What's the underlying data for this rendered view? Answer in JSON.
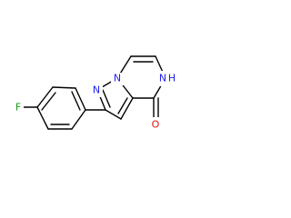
{
  "molecule": {
    "atoms": {
      "fluorine": {
        "symbol": "F",
        "color": "#1a9a1a"
      },
      "n_bridge": {
        "symbol": "N",
        "color": "#2020ee"
      },
      "n_pyrazole": {
        "symbol": "N",
        "color": "#2020ee"
      },
      "nh": {
        "symbol": "N",
        "hydrogen": "H",
        "color": "#2020ee"
      },
      "oxygen": {
        "symbol": "O",
        "color": "#ee1010"
      }
    },
    "bond_color": "#000000"
  }
}
